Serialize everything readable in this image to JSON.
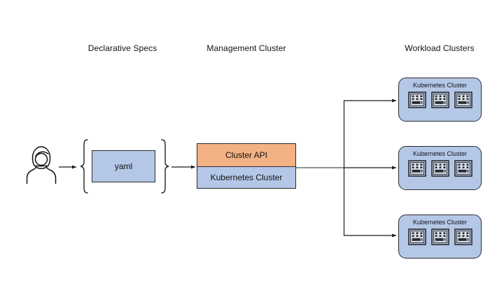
{
  "diagram": {
    "title_columns": [
      {
        "id": "declarative",
        "label": "Declarative Specs"
      },
      {
        "id": "management",
        "label": "Management Cluster"
      },
      {
        "id": "workload",
        "label": "Workload Clusters"
      }
    ],
    "actor": {
      "icon": "user-person-icon"
    },
    "declarative_specs": {
      "brace_left": "{",
      "brace_right": "}",
      "spec_box": {
        "label": "yaml",
        "fill": "#b4c7e7"
      }
    },
    "management_cluster": {
      "top_layer": {
        "label": "Cluster API",
        "fill": "#f4b183"
      },
      "bottom_layer": {
        "label": "Kubernetes Cluster",
        "fill": "#b4c7e7"
      }
    },
    "workload_clusters": [
      {
        "label": "Kubernetes Cluster",
        "fill": "#b4c7e7",
        "nodes": [
          "node-server-icon",
          "node-server-icon",
          "node-server-icon"
        ]
      },
      {
        "label": "Kubernetes Cluster",
        "fill": "#b4c7e7",
        "nodes": [
          "node-server-icon",
          "node-server-icon",
          "node-server-icon"
        ]
      },
      {
        "label": "Kubernetes Cluster",
        "fill": "#b4c7e7",
        "nodes": [
          "node-server-icon",
          "node-server-icon",
          "node-server-icon"
        ]
      }
    ],
    "colors": {
      "accent_orange": "#f4b183",
      "accent_blue": "#b4c7e7",
      "stroke": "#2b2b2b",
      "background": "#ffffff"
    }
  }
}
